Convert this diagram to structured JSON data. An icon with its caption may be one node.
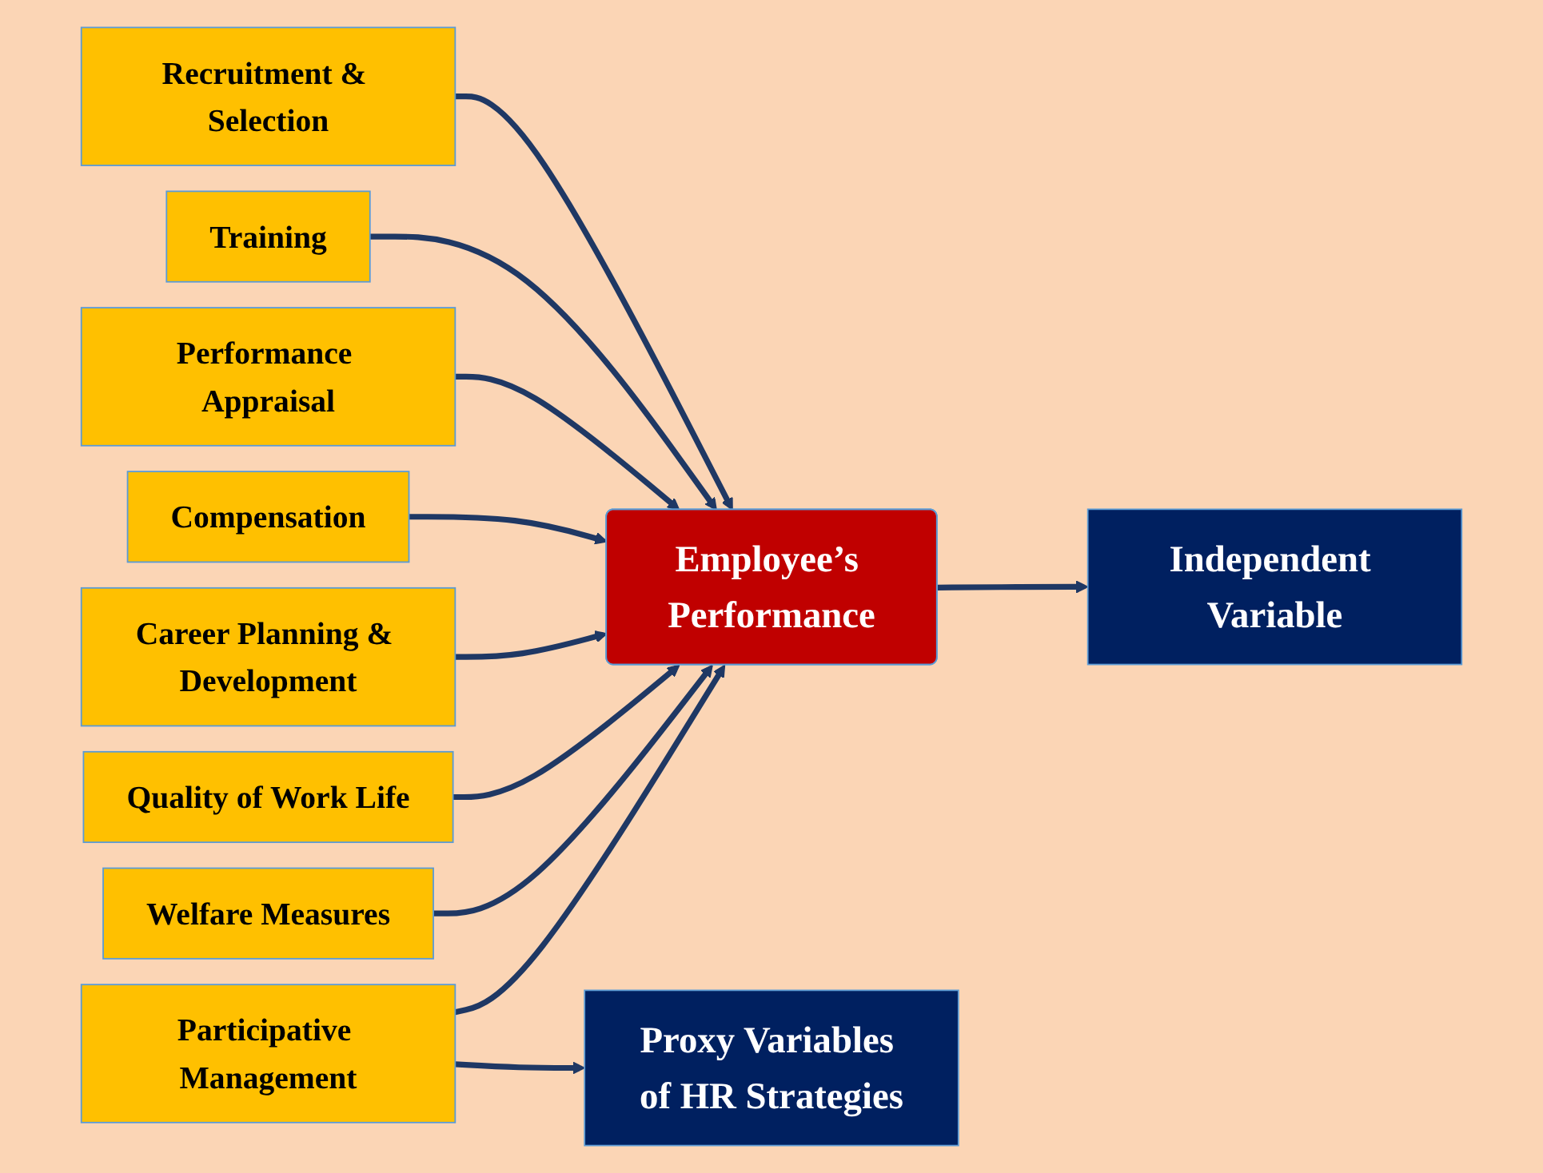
{
  "diagram": {
    "nodes": [
      {
        "text": [
          "Recruitment & Selection"
        ]
      },
      {
        "text": [
          "Training"
        ]
      },
      {
        "text": [
          "Performance Appraisal"
        ]
      },
      {
        "text": [
          "Compensation"
        ]
      },
      {
        "text": [
          "Career Planning & Development"
        ]
      },
      {
        "text": [
          "Quality of Work Life"
        ]
      },
      {
        "text": [
          "Welfare Measures"
        ]
      },
      {
        "text": [
          "Participative Management"
        ]
      },
      {
        "text": [
          "Employee’s Performance"
        ]
      },
      {
        "text": [
          "Independent Variable"
        ]
      },
      {
        "text": [
          "Proxy Variables of HR Strategies"
        ]
      }
    ],
    "edges": [
      {
        "from": 0,
        "to": 8,
        "arrow": "to"
      },
      {
        "from": 1,
        "to": 8,
        "arrow": "to"
      },
      {
        "from": 2,
        "to": 8,
        "arrow": "to"
      },
      {
        "from": 3,
        "to": 8,
        "arrow": "to"
      },
      {
        "from": 4,
        "to": 8,
        "arrow": "to"
      },
      {
        "from": 5,
        "to": 8,
        "arrow": "to"
      },
      {
        "from": 6,
        "to": 8,
        "arrow": "to"
      },
      {
        "from": 7,
        "to": 8,
        "arrow": "to"
      },
      {
        "from": 8,
        "to": 9,
        "arrow": "to"
      },
      {
        "from": 7,
        "to": 10,
        "arrow": "to"
      }
    ]
  }
}
